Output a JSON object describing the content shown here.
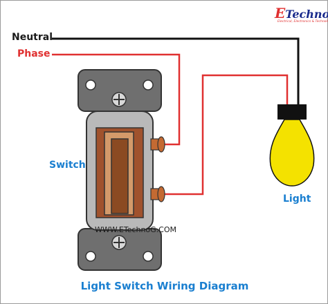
{
  "title": "Light Switch Wiring Diagram",
  "labels": {
    "neutral": "Neutral",
    "phase": "Phase",
    "switch": "Switch",
    "light": "Light",
    "website": "WWW.ETechnoG.COM"
  },
  "logo": {
    "initial": "E",
    "rest": "TechnoG",
    "tagline": "Electrical, Electronics & Technology"
  },
  "colors": {
    "neutral_wire": "#111111",
    "phase_wire": "#e03030",
    "bulb": "#f4e200",
    "accent_text": "#1a7fd0"
  }
}
